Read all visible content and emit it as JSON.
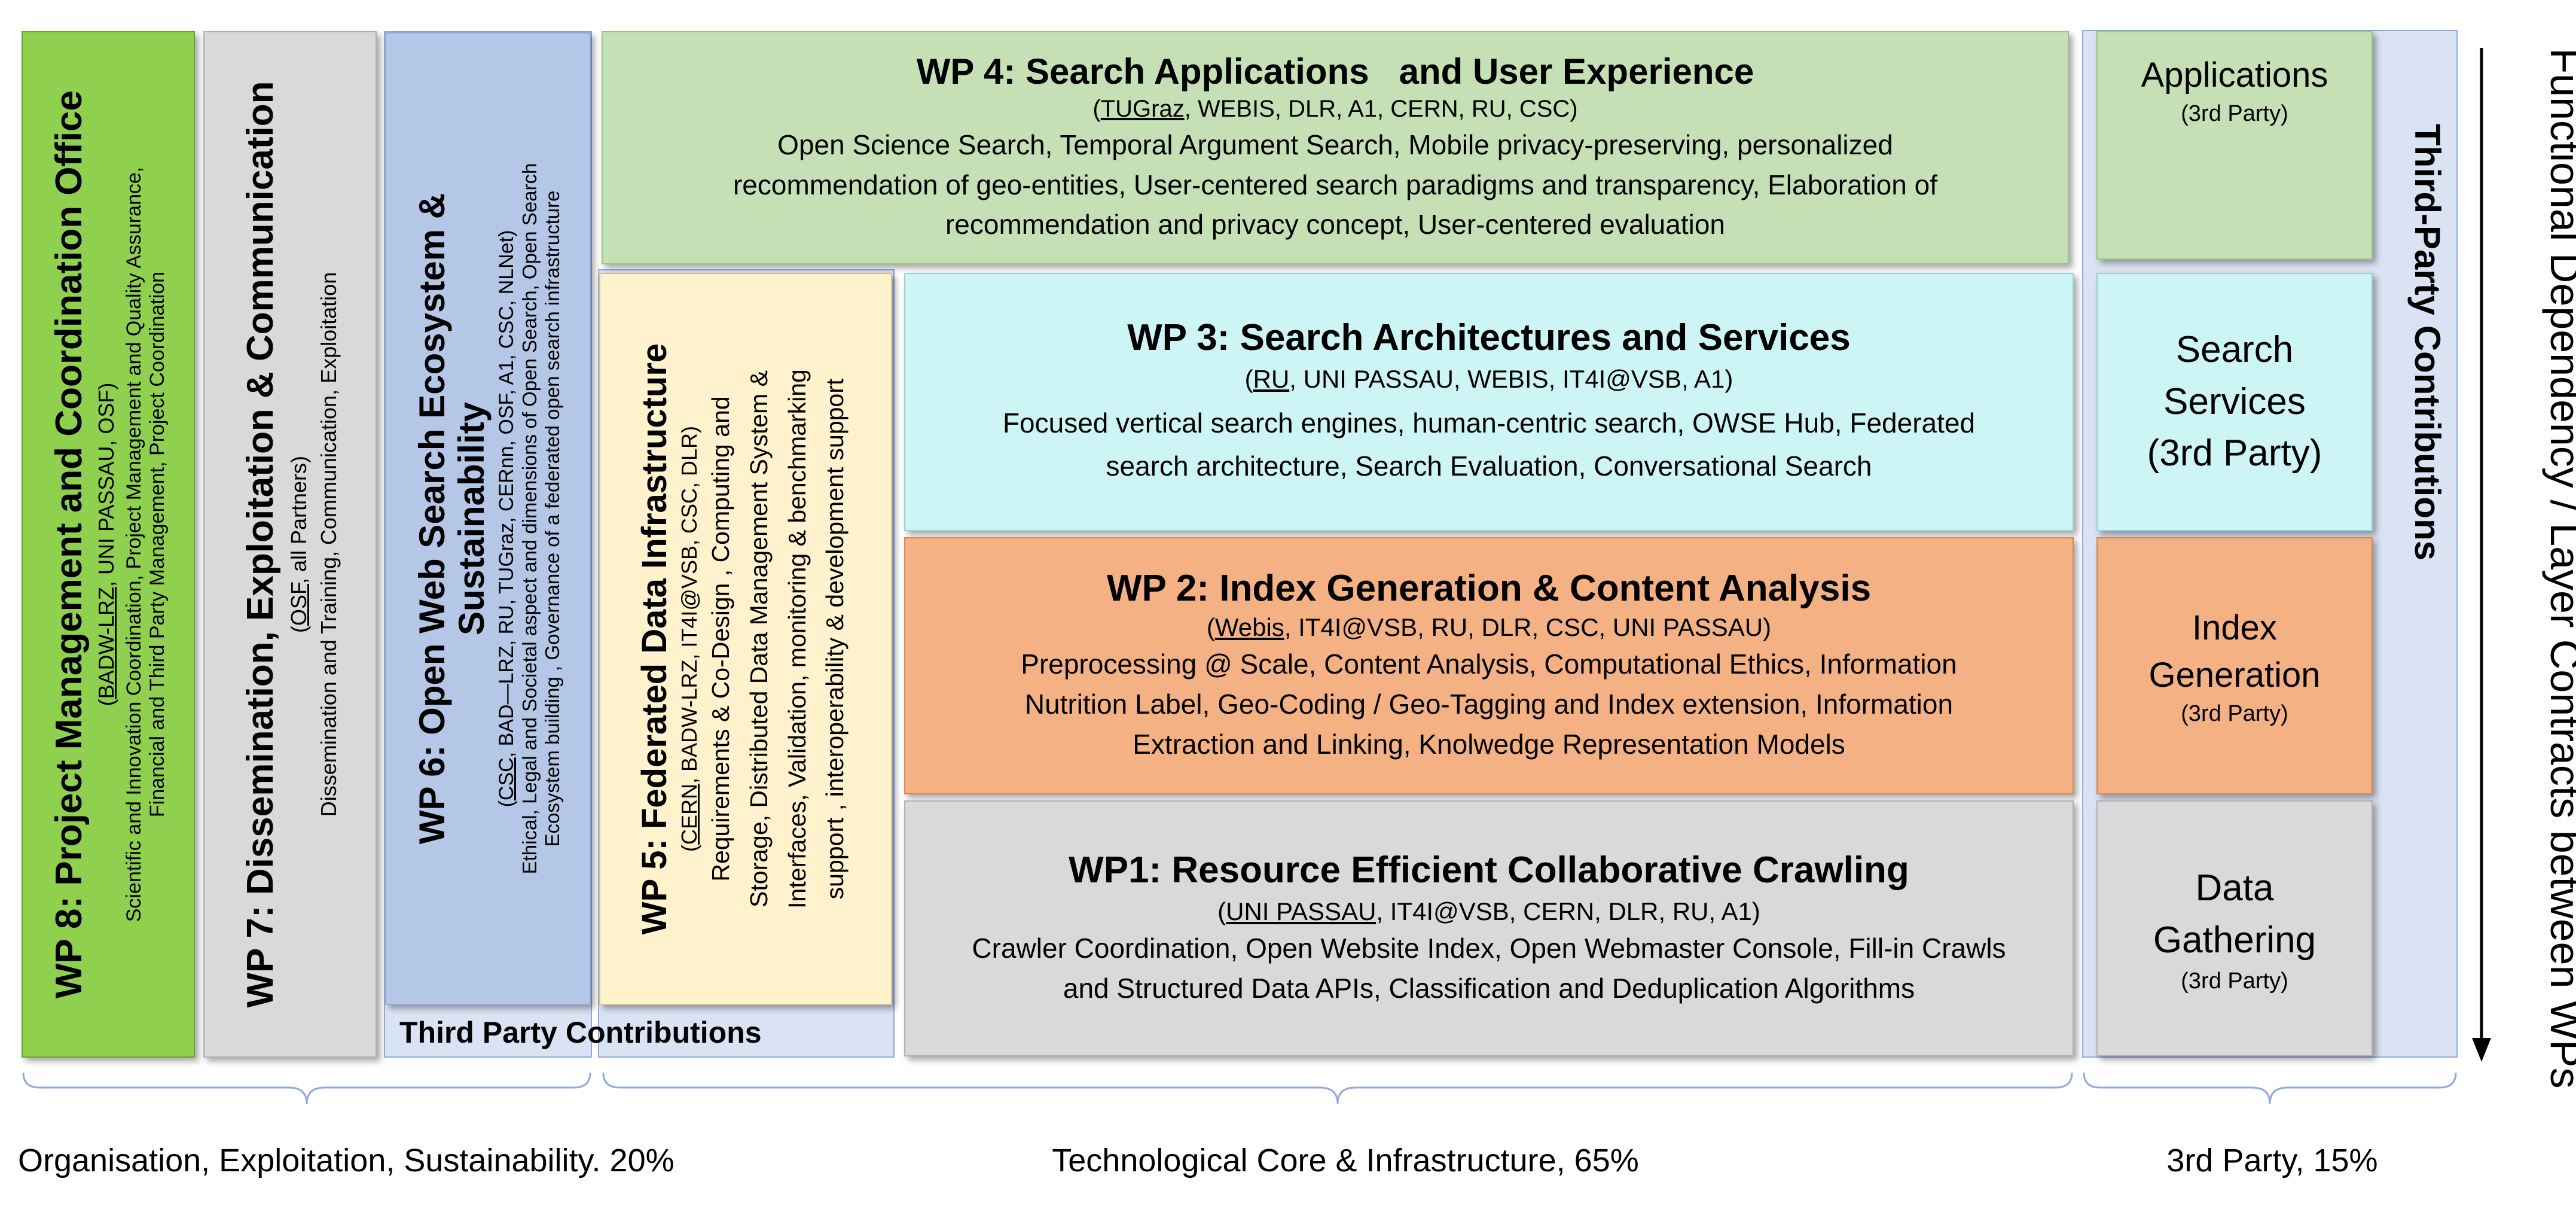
{
  "wp8": {
    "title": "WP 8: Project Management and Coordination Office",
    "partners_lead": "BADW-LRZ",
    "partners_rest": ", UNI PASSAU, OSF)",
    "desc1": "Scientific and Innovation Coordination, Project Management and Quality Assurance,",
    "desc2": "Financial and Third Party Management, Project Coordination"
  },
  "wp7": {
    "title": "WP 7: Dissemination, Exploitation & Communication",
    "partners_lead": "OSF",
    "partners_rest": ", all Partners)",
    "desc": "Dissemination and Training, Communication, Exploitation"
  },
  "wp6": {
    "title1": "WP 6: Open Web Search Ecosystem &",
    "title2": "Sustainability",
    "partners_lead": "CSC",
    "partners_rest": ", BAD—LRZ, RU, TUGraz, CERnn, OSF, A1, CSC, NLNet)",
    "desc1": "Ethical, Legal and Societal aspect and dimensions of Open Search, Open Search",
    "desc2": "Ecosystem building , Governance of a federated open search infrastructure"
  },
  "wp5": {
    "title": "WP 5: Federated Data Infrastructure",
    "partners_lead": "CERN",
    "partners_rest": ", BADW-LRZ, IT4I@VSB, CSC, DLR)",
    "desc1": "Requirements & Co-Design , Computing and",
    "desc2": "Storage, Distributed Data Management System &",
    "desc3": "Interfaces, Validation, monitoring & benchmarking",
    "desc4": "support , interoperability & development support"
  },
  "third_party_contributions_bottom": "Third Party Contributions",
  "wp4": {
    "title": "WP 4: Search Applications   and User Experience",
    "partners_lead": "TUGraz",
    "partners_rest": ", WEBIS, DLR, A1, CERN, RU, CSC)",
    "desc1": "Open Science Search, Temporal Argument Search, Mobile privacy-preserving, personalized",
    "desc2": "recommendation of geo-entities, User-centered search paradigms and transparency, Elaboration of",
    "desc3": "recommendation and privacy concept, User-centered evaluation"
  },
  "wp3": {
    "title": "WP 3: Search Architectures and Services",
    "partners_lead": "RU",
    "partners_rest": ", UNI PASSAU, WEBIS, IT4I@VSB, A1)",
    "desc1": "Focused vertical search engines, human-centric search, OWSE Hub, Federated",
    "desc2": "search architecture, Search Evaluation, Conversational Search"
  },
  "wp2": {
    "title": "WP 2: Index Generation & Content Analysis",
    "partners_lead": "Webis",
    "partners_rest": ", IT4I@VSB, RU, DLR, CSC, UNI PASSAU)",
    "desc1": "Preprocessing @ Scale, Content Analysis,  Computational Ethics, Information",
    "desc2": "Nutrition Label, Geo-Coding / Geo-Tagging and Index extension, Information",
    "desc3": "Extraction and Linking, Knolwedge Representation Models"
  },
  "wp1": {
    "title": "WP1: Resource Efficient Collaborative Crawling",
    "partners_lead": "UNI PASSAU,",
    "partners_rest": " IT4I@VSB, CERN, DLR, RU, A1)",
    "desc1": "Crawler Coordination, Open Website Index, Open Webmaster Console, Fill-in Crawls",
    "desc2": "and Structured Data APIs, Classification and Deduplication Algorithms"
  },
  "third_party": {
    "side_title": "Third-Party Contributions",
    "applications": "Applications",
    "applications_sub": "(3rd Party)",
    "search1": "Search",
    "search2": "Services",
    "search3": "(3rd Party)",
    "index1": "Index",
    "index2": "Generation",
    "index_sub": "(3rd Party)",
    "data1": "Data",
    "data2": "Gathering",
    "data_sub": "(3rd Party)"
  },
  "open_paren": "(",
  "arrow_label": "Functional Dependency / Layer Contracts between WPs",
  "footer": {
    "left": "Organisation, Exploitation, Sustainability. 20%",
    "middle": "Technological Core & Infrastructure, 65%",
    "right": "3rd Party, 15%"
  },
  "colors": {
    "wp8": "#8fd14f",
    "wp7": "#d9d9d9",
    "wp6": "#b4c7e7",
    "wp5": "#fff2cc",
    "wp4": "#c5e0b4",
    "wp3": "#cdf5f5",
    "wp2": "#f4b183",
    "wp1": "#d9d9d9",
    "third_party_bg": "#dae3f3"
  }
}
